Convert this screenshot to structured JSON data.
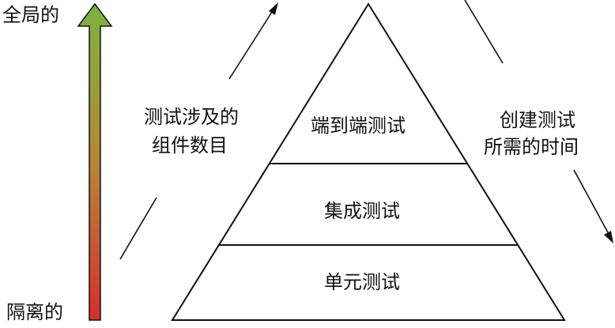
{
  "scale_axis": {
    "top_label": "全局的",
    "bottom_label": "隔离的",
    "gradient_top": "#7cb342",
    "gradient_bottom": "#d32f2f"
  },
  "left_arrow": {
    "line1": "测试涉及的",
    "line2": "组件数目"
  },
  "right_arrow": {
    "line1": "创建测试",
    "line2": "所需的时间"
  },
  "pyramid": {
    "levels": [
      "端到端测试",
      "集成测试",
      "单元测试"
    ]
  }
}
